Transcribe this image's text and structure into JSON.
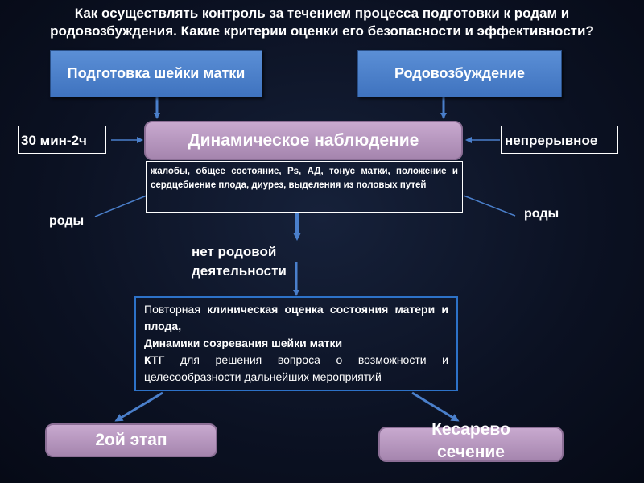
{
  "title": "Как осуществлять контроль за течением процесса подготовки к родам и родовозбуждения. Какие критерии оценки его безопасности и эффективности?",
  "nodes": {
    "cervix_prep": "Подготовка шейки матки",
    "labor_induction": "Родовозбуждение",
    "dynamic_observation": "Динамическое наблюдение",
    "interval": "30 мин-2ч",
    "continuous": "непрерывное",
    "symptoms": "жалобы, общее состояние, Ps, АД, тонус матки, положение и сердцебиение плода, диурез, выделения из половых путей",
    "labor_left": "роды",
    "labor_right": "роды",
    "no_labor": "нет родовой деятельности",
    "reassess": {
      "l1_plain": "Повторная ",
      "l1_bold": "клиническая оценка состояния матери и плода,",
      "l2_bold": "Динамики созревания шейки матки",
      "l3_bold": "КТГ",
      "l3_plain": " для решения вопроса о возможности и целесообразности дальнейших мероприятий"
    },
    "stage2": "2ой этап",
    "cesarean": "Кесарево сечение"
  },
  "colors": {
    "blue_box": "#4a7fcb",
    "purple_box": "#b697bf",
    "blue_outline": "#2d72c8",
    "arrow": "#4a7fcb",
    "background": "#0b1122"
  }
}
